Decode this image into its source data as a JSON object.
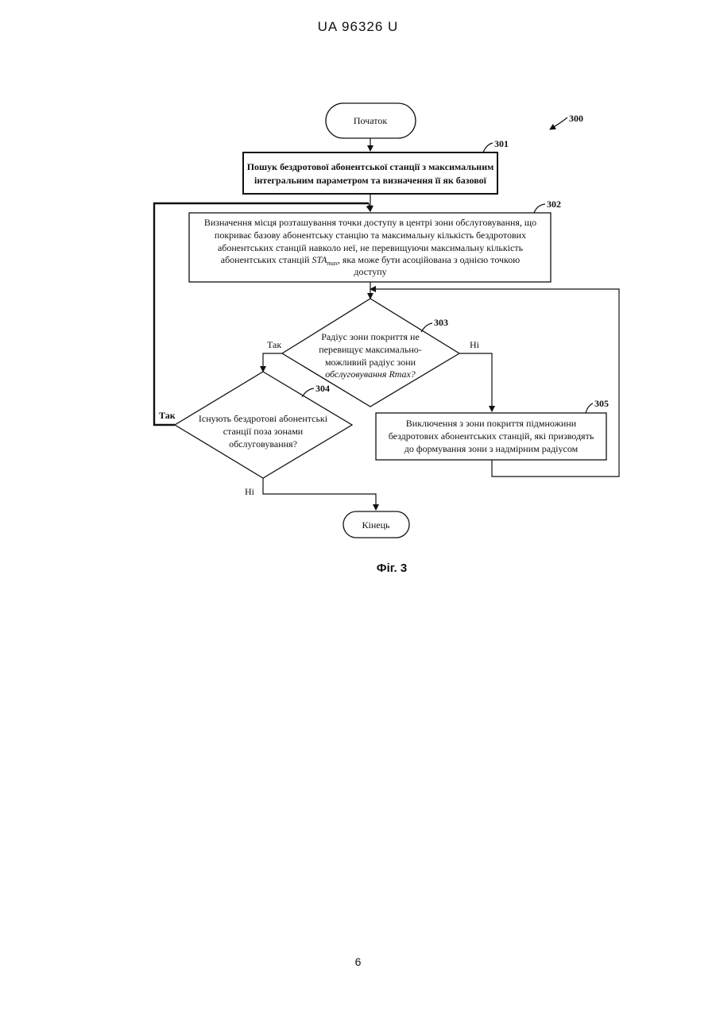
{
  "header": {
    "doc_id": "UA   96326   U"
  },
  "footer": {
    "page_number": "6"
  },
  "diagram": {
    "figure_ref": "300",
    "caption": "Фіг. 3",
    "start": {
      "text": "Початок"
    },
    "end": {
      "text": "Кінець"
    },
    "step301": {
      "ref": "301",
      "lines": [
        "Пошук бездротової абонентської станції з максимальним",
        "інтегральним параметром та визначення її як базової"
      ]
    },
    "step302": {
      "ref": "302",
      "lines": [
        "Визначення місця розташування точки доступу в центрі зони обслуговування, що",
        "покриває базову абонентську станцію та максимальну кількість бездротових",
        "абонентських станцій навколо неї, не перевищуючи максимальну кількість",
        "абонентських станцій STAmax, яка може бути асоційована з однією точкою",
        "доступу"
      ]
    },
    "decision303": {
      "ref": "303",
      "lines": [
        "Радіус зони покриття не",
        "перевищує максимально-",
        "можливий радіус зони",
        "обслуговування Rmax?"
      ],
      "yes": "Так",
      "no": "Ні"
    },
    "decision304": {
      "ref": "304",
      "lines": [
        "Існують бездротові абонентські",
        "станції поза зонами",
        "обслуговування?"
      ],
      "yes": "Так",
      "no": "Ні"
    },
    "step305": {
      "ref": "305",
      "lines": [
        "Виключення з зони покриття підмножини",
        "бездротових абонентських станцій, які призводять",
        "до формування зони з надмірним радіусом"
      ]
    }
  }
}
